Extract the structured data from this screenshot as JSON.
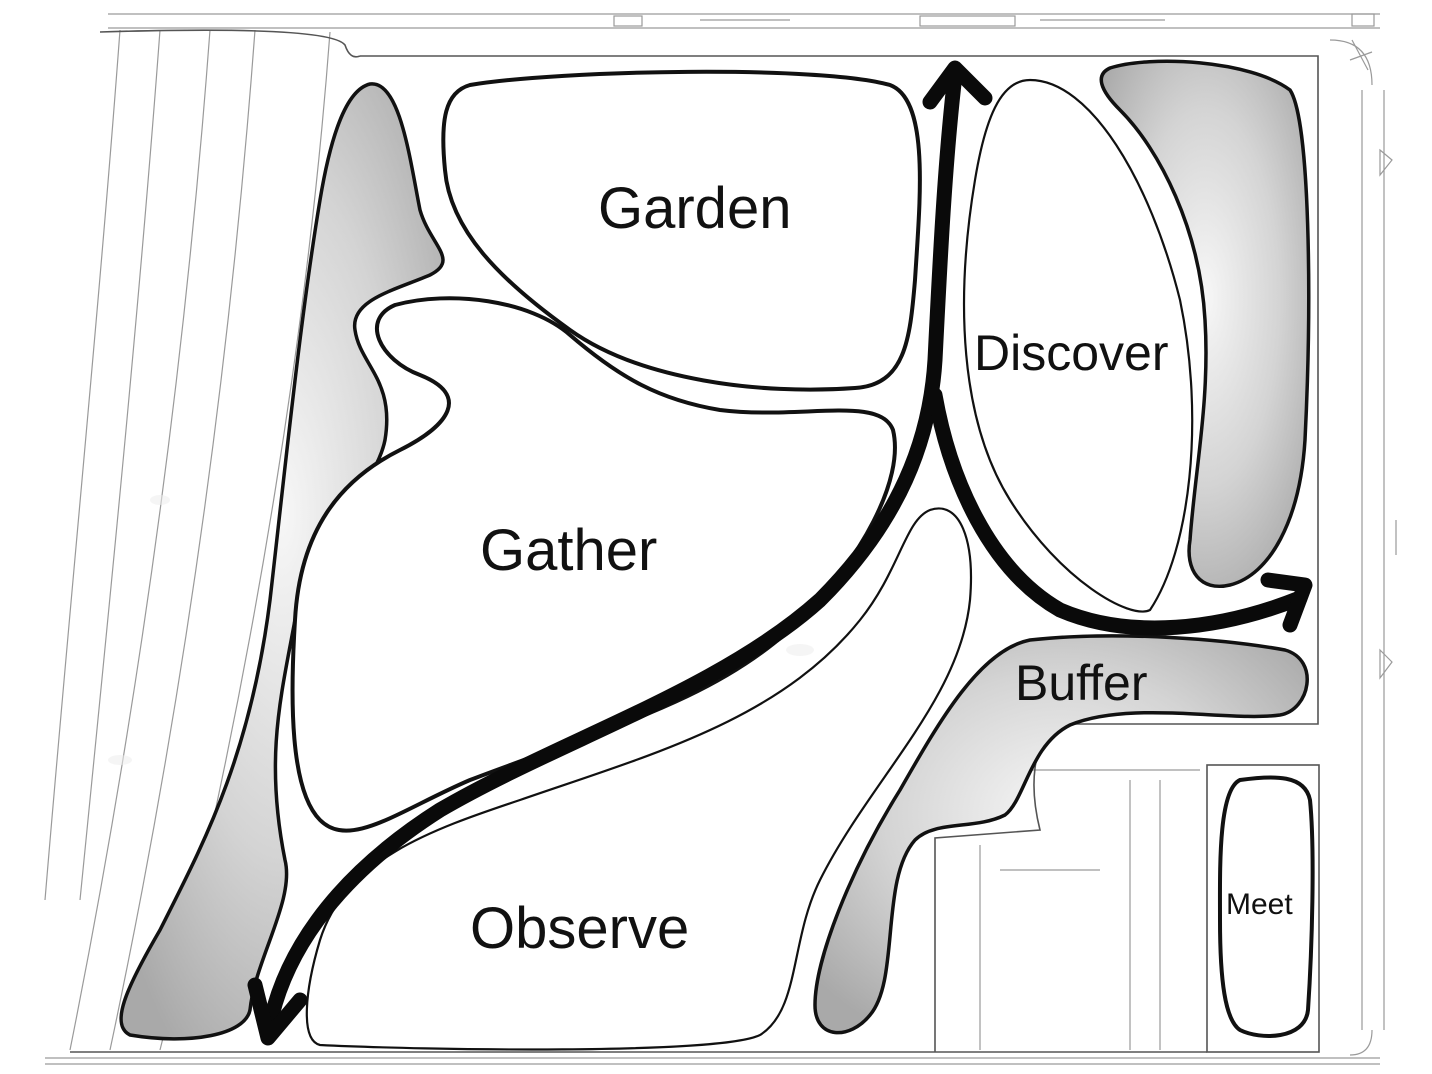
{
  "zones": {
    "garden": "Garden",
    "discover": "Discover",
    "gather": "Gather",
    "buffer": "Buffer",
    "observe": "Observe",
    "meet": "Meet"
  },
  "colors": {
    "outline": "#111111",
    "buffer_light": "#f4f4f4",
    "buffer_dark": "#a9a9a9",
    "context_lines": "#9a9a9a",
    "background": "#ffffff"
  }
}
